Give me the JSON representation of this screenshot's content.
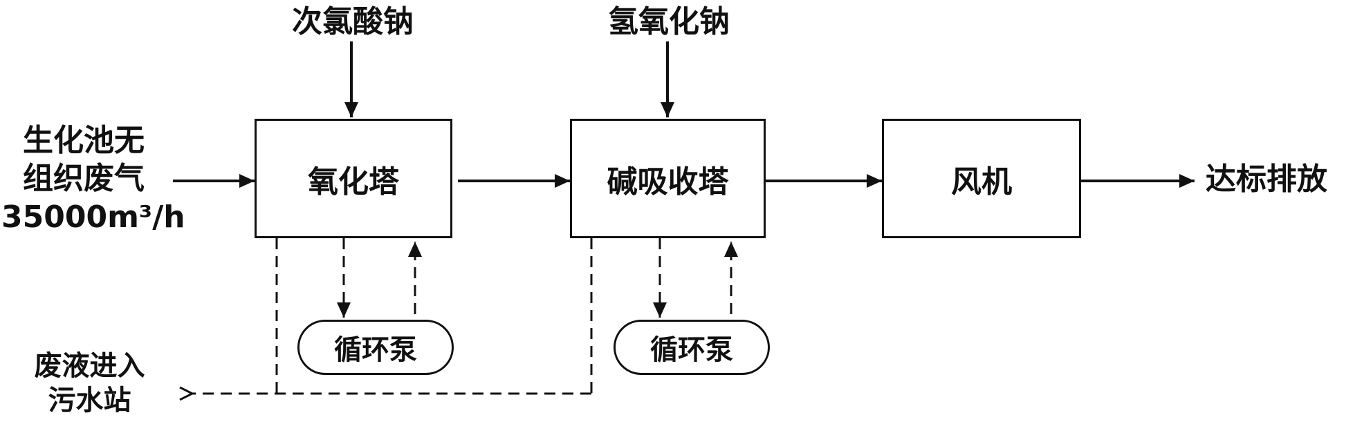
{
  "inputs": {
    "naclo": "次氯酸钠",
    "naoh": "氢氧化钠",
    "source": [
      "生化池无",
      "组织废气",
      "35000m³/h"
    ]
  },
  "units": {
    "oxidation_tower": "氧化塔",
    "alkali_tower": "碱吸收塔",
    "fan": "风机"
  },
  "pumps": {
    "pump1": "循环泵",
    "pump2": "循环泵"
  },
  "outputs": {
    "discharge": "达标排放",
    "wastewater": [
      "废液进入",
      "污水站"
    ]
  }
}
